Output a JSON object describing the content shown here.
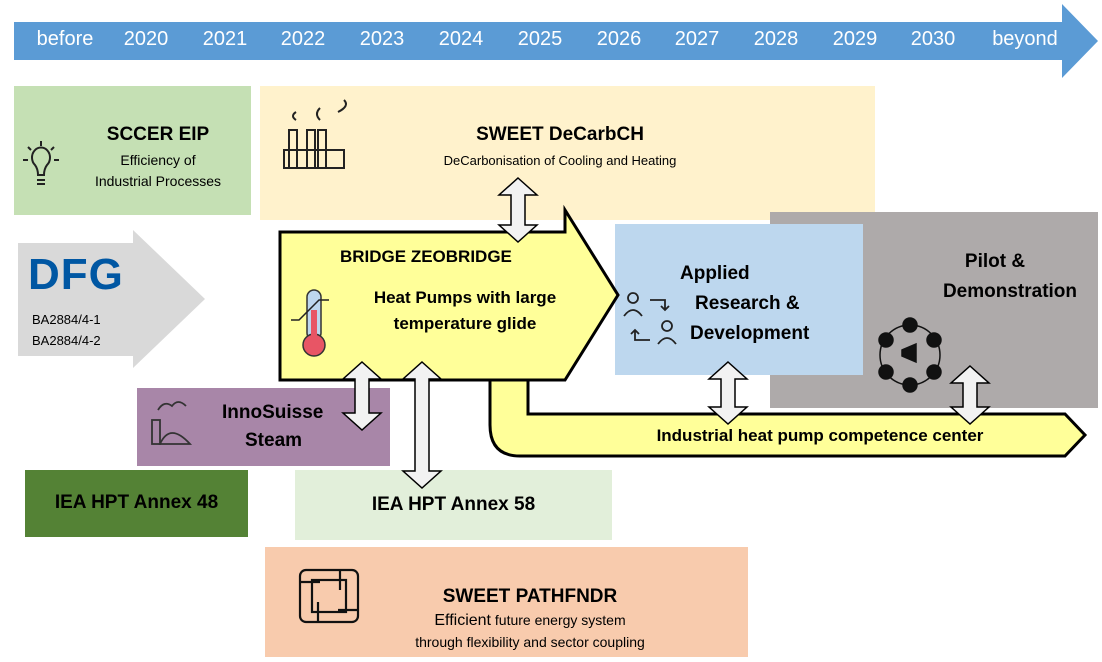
{
  "timeline": {
    "labels": [
      "before",
      "2020",
      "2021",
      "2022",
      "2023",
      "2024",
      "2025",
      "2026",
      "2027",
      "2028",
      "2029",
      "2030",
      "beyond"
    ]
  },
  "sccer": {
    "title": "SCCER EIP",
    "line1": "Efficiency of",
    "line2": "Industrial Processes",
    "icon": "lightbulb-icon"
  },
  "decarb": {
    "title": "SWEET DeCarbCH",
    "subtitle": "DeCarbonisation of Cooling and Heating",
    "icon": "factory-icon"
  },
  "dfg": {
    "logo": "DFG",
    "grant1": "BA2884/4-1",
    "grant2": "BA2884/4-2"
  },
  "bridge": {
    "title": "BRIDGE ZEOBRIDGE",
    "line1": "Heat Pumps with large",
    "line2": "temperature glide",
    "icon": "thermometer-icon"
  },
  "applied": {
    "line1": "Applied",
    "line2": "Research &",
    "line3": "Development",
    "icon": "people-exchange-icon"
  },
  "pilot": {
    "line1": "Pilot &",
    "line2": "Demonstration",
    "icon": "network-people-icon"
  },
  "competence": {
    "label": "Industrial heat pump competence center"
  },
  "innosuisse": {
    "line1": "InnoSuisse",
    "line2": "Steam",
    "icon": "factory-steam-icon"
  },
  "annex48": {
    "label": "IEA HPT Annex 48"
  },
  "annex58": {
    "label": "IEA HPT Annex 58"
  },
  "pathfndr": {
    "title": "SWEET PATHFNDR",
    "line1a": "Efficient",
    "line1b": " future energy system",
    "line2": "through flexibility and sector coupling",
    "icon": "joined-hands-icon"
  },
  "colors": {
    "timeline": "#5b9bd5",
    "sccer": "#c5e0b4",
    "decarb": "#fff2cc",
    "bridge": "#ffff99",
    "applied": "#bdd7ee",
    "pilot": "#aeaaaa",
    "innosuisse": "#a886a8",
    "annex48": "#548235",
    "annex58": "#e2efda",
    "pathfndr": "#f8cbad",
    "dfg": "#d9d9d9"
  }
}
